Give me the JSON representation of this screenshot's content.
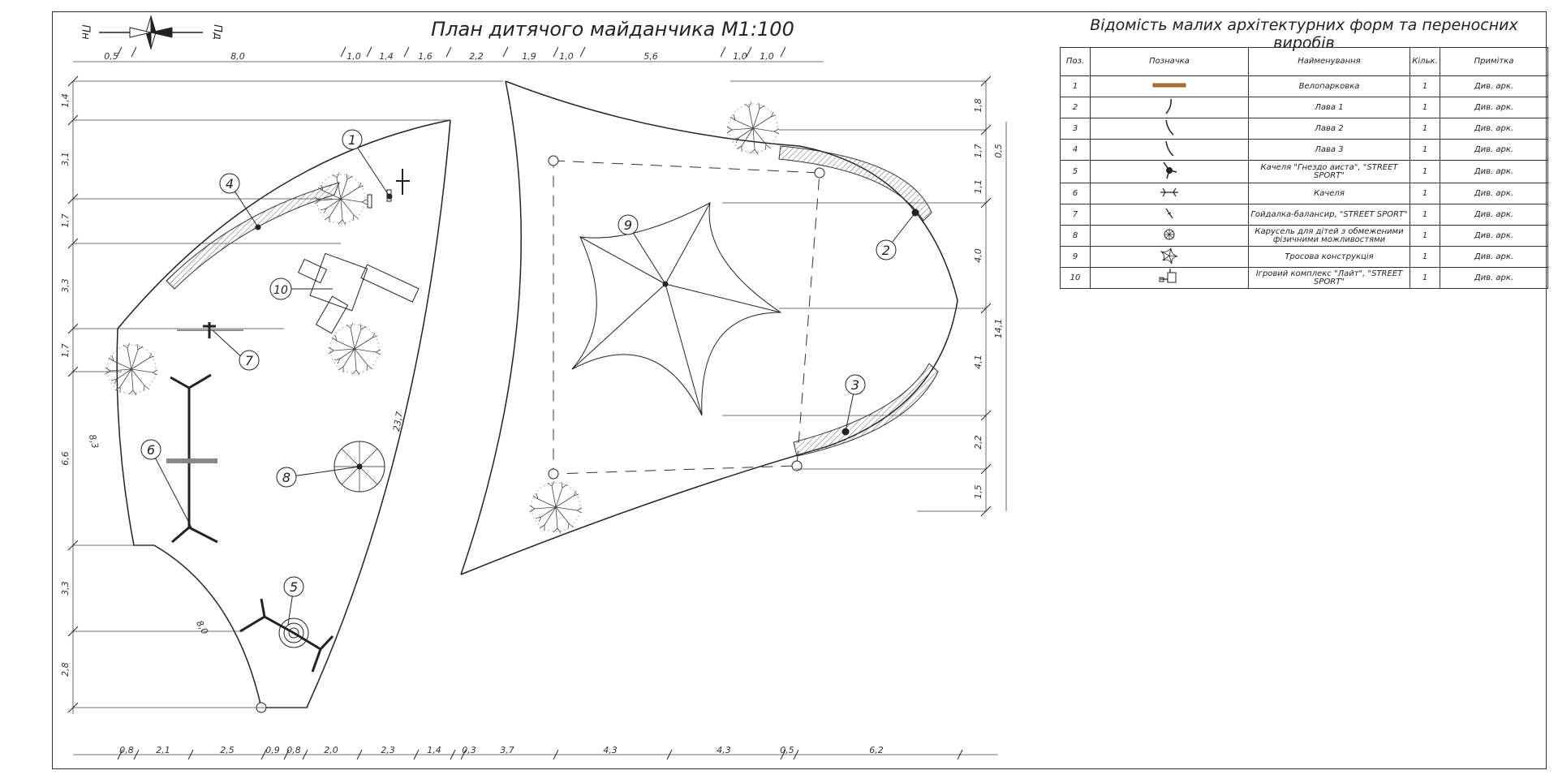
{
  "plan": {
    "title": "План дитячого майданчика М1:100",
    "compass": {
      "left": "Пн",
      "right": "Пд"
    }
  },
  "spec": {
    "title": "Відомість малих архітектурних форм та переносних виробів",
    "headers": [
      "Поз.",
      "Позначка",
      "Найменування",
      "Кільк.",
      "Примітка"
    ],
    "rows": [
      {
        "pos": "1",
        "icon": "bike-rack-icon",
        "name": "Велопарковка",
        "qty": "1",
        "note": "Див. арк."
      },
      {
        "pos": "2",
        "icon": "bench-icon",
        "name": "Лава 1",
        "qty": "1",
        "note": "Див. арк."
      },
      {
        "pos": "3",
        "icon": "bench-icon",
        "name": "Лава 2",
        "qty": "1",
        "note": "Див. арк."
      },
      {
        "pos": "4",
        "icon": "bench-icon",
        "name": "Лава 3",
        "qty": "1",
        "note": "Див. арк."
      },
      {
        "pos": "5",
        "icon": "nest-swing-icon",
        "name": "Качеля \"Гнездо аиста\", \"STREET SPORT\"",
        "qty": "1",
        "note": "Див. арк."
      },
      {
        "pos": "6",
        "icon": "swing-icon",
        "name": "Качеля",
        "qty": "1",
        "note": "Див. арк."
      },
      {
        "pos": "7",
        "icon": "balance-seesaw-icon",
        "name": "Гойдалка-балансир, \"STREET SPORT\"",
        "qty": "1",
        "note": "Див. арк."
      },
      {
        "pos": "8",
        "icon": "carousel-icon",
        "name": "Карусель для дітей з обмеженими фізичними можливостями",
        "qty": "1",
        "note": "Див. арк."
      },
      {
        "pos": "9",
        "icon": "rope-structure-icon",
        "name": "Тросова конструкція",
        "qty": "1",
        "note": "Див. арк."
      },
      {
        "pos": "10",
        "icon": "play-complex-icon",
        "name": "Ігровий комплекс \"Лайт\", \"STREET SPORT\"",
        "qty": "1",
        "note": "Див. арк."
      }
    ]
  },
  "dims": {
    "top": [
      "0,5",
      "8,0",
      "1,0",
      "1,4",
      "1,6",
      "2,2",
      "1,9",
      "1,0",
      "5,6",
      "1,0",
      "1,0"
    ],
    "bottom": [
      "0,8",
      "2,1",
      "2,5",
      "0,9",
      "0,8",
      "2,0",
      "2,3",
      "1,4",
      "0,3",
      "3,7",
      "4,3",
      "4,3",
      "0,5",
      "6,2"
    ],
    "left": [
      "1,4",
      "3,1",
      "1,7",
      "3,3",
      "1,7",
      "6,6",
      "3,3",
      "2,8"
    ],
    "right": [
      "1,8",
      "1,7",
      "1,1",
      "4,0",
      "4,1",
      "2,2",
      "1,5"
    ],
    "right_extra": [
      "0,5",
      "14,1"
    ],
    "diagonal": [
      "8,3",
      "23,7",
      "8,0"
    ]
  },
  "callouts": [
    "1",
    "2",
    "3",
    "4",
    "5",
    "6",
    "7",
    "8",
    "9",
    "10"
  ]
}
